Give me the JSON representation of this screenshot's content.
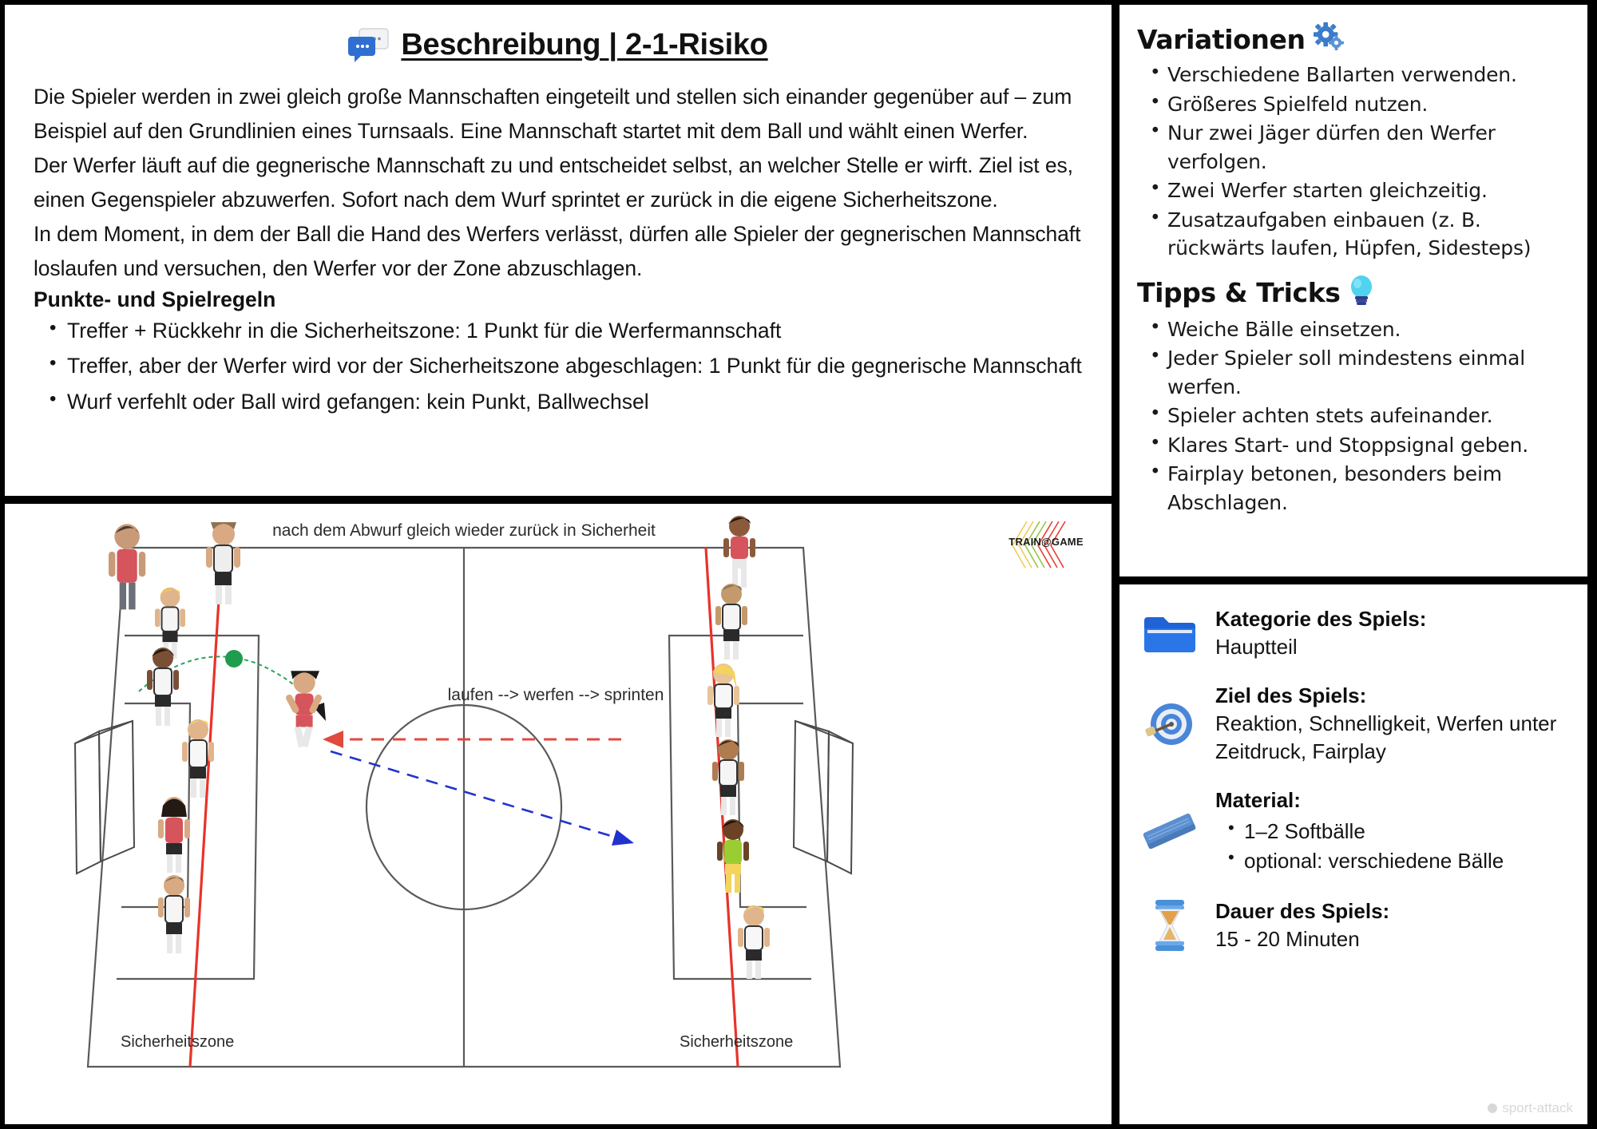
{
  "description": {
    "title": "Beschreibung | 2-1-Risiko",
    "icon": "speech-bubble-icon",
    "paragraphs": [
      "Die Spieler werden in zwei gleich große Mannschaften eingeteilt und stellen sich einander gegenüber auf – zum Beispiel auf den Grundlinien eines Turnsaals. Eine Mannschaft startet mit dem Ball und wählt einen Werfer.",
      "Der Werfer läuft auf die gegnerische Mannschaft zu und entscheidet selbst, an welcher Stelle er wirft. Ziel ist es, einen Gegenspieler abzuwerfen. Sofort nach dem Wurf sprintet er zurück in die eigene Sicherheitszone.",
      "In dem Moment, in dem der Ball die Hand des Werfers verlässt, dürfen alle Spieler der gegnerischen Mannschaft loslaufen und versuchen, den Werfer vor der Zone abzuschlagen."
    ],
    "rules_heading": "Punkte- und Spielregeln",
    "rules": [
      "Treffer + Rückkehr in die Sicherheitszone: 1 Punkt für die Werfermannschaft",
      "Treffer, aber der Werfer wird vor der Sicherheitszone abgeschlagen: 1 Punkt für die gegnerische Mannschaft",
      "Wurf verfehlt oder Ball wird gefangen: kein Punkt, Ballwechsel"
    ]
  },
  "diagram": {
    "top_label": "nach dem Abwurf gleich wieder zurück in Sicherheit",
    "center_label": "laufen --> werfen --> sprinten",
    "zone_left": "Sicherheitszone",
    "zone_right": "Sicherheitszone",
    "logo": "TRAIN@GAME"
  },
  "variations": {
    "heading": "Variationen",
    "icon": "gear-icon",
    "items": [
      "Verschiedene Ballarten verwenden.",
      "Größeres Spielfeld nutzen.",
      "Nur zwei Jäger dürfen den Werfer verfolgen.",
      "Zwei Werfer starten gleichzeitig.",
      "Zusatzaufgaben einbauen (z. B. rückwärts laufen, Hüpfen, Sidesteps)"
    ]
  },
  "tips": {
    "heading": "Tipps & Tricks",
    "icon": "lightbulb-icon",
    "items": [
      "Weiche Bälle einsetzen.",
      "Jeder Spieler soll mindestens einmal werfen.",
      "Spieler achten stets aufeinander.",
      "Klares Start- und Stoppsignal geben.",
      "Fairplay betonen, besonders beim Abschlagen."
    ]
  },
  "info": {
    "category": {
      "icon": "folder-icon",
      "label": "Kategorie des Spiels:",
      "value": "Hauptteil"
    },
    "goal": {
      "icon": "target-icon",
      "label": "Ziel des Spiels:",
      "value": "Reaktion, Schnelligkeit, Werfen unter Zeitdruck, Fairplay"
    },
    "material": {
      "icon": "mat-icon",
      "label": "Material:",
      "items": [
        "1–2 Softbälle",
        "optional: verschiedene Bälle"
      ]
    },
    "duration": {
      "icon": "hourglass-icon",
      "label": "Dauer des Spiels:",
      "value": "15 - 20 Minuten"
    }
  },
  "watermark": {
    "text": "sport-attack"
  },
  "colors": {
    "accent_blue": "#2f6fd0",
    "zone_red": "#e8332a",
    "ball_green": "#1f9d4e",
    "arrow_blue": "#2233cc"
  }
}
